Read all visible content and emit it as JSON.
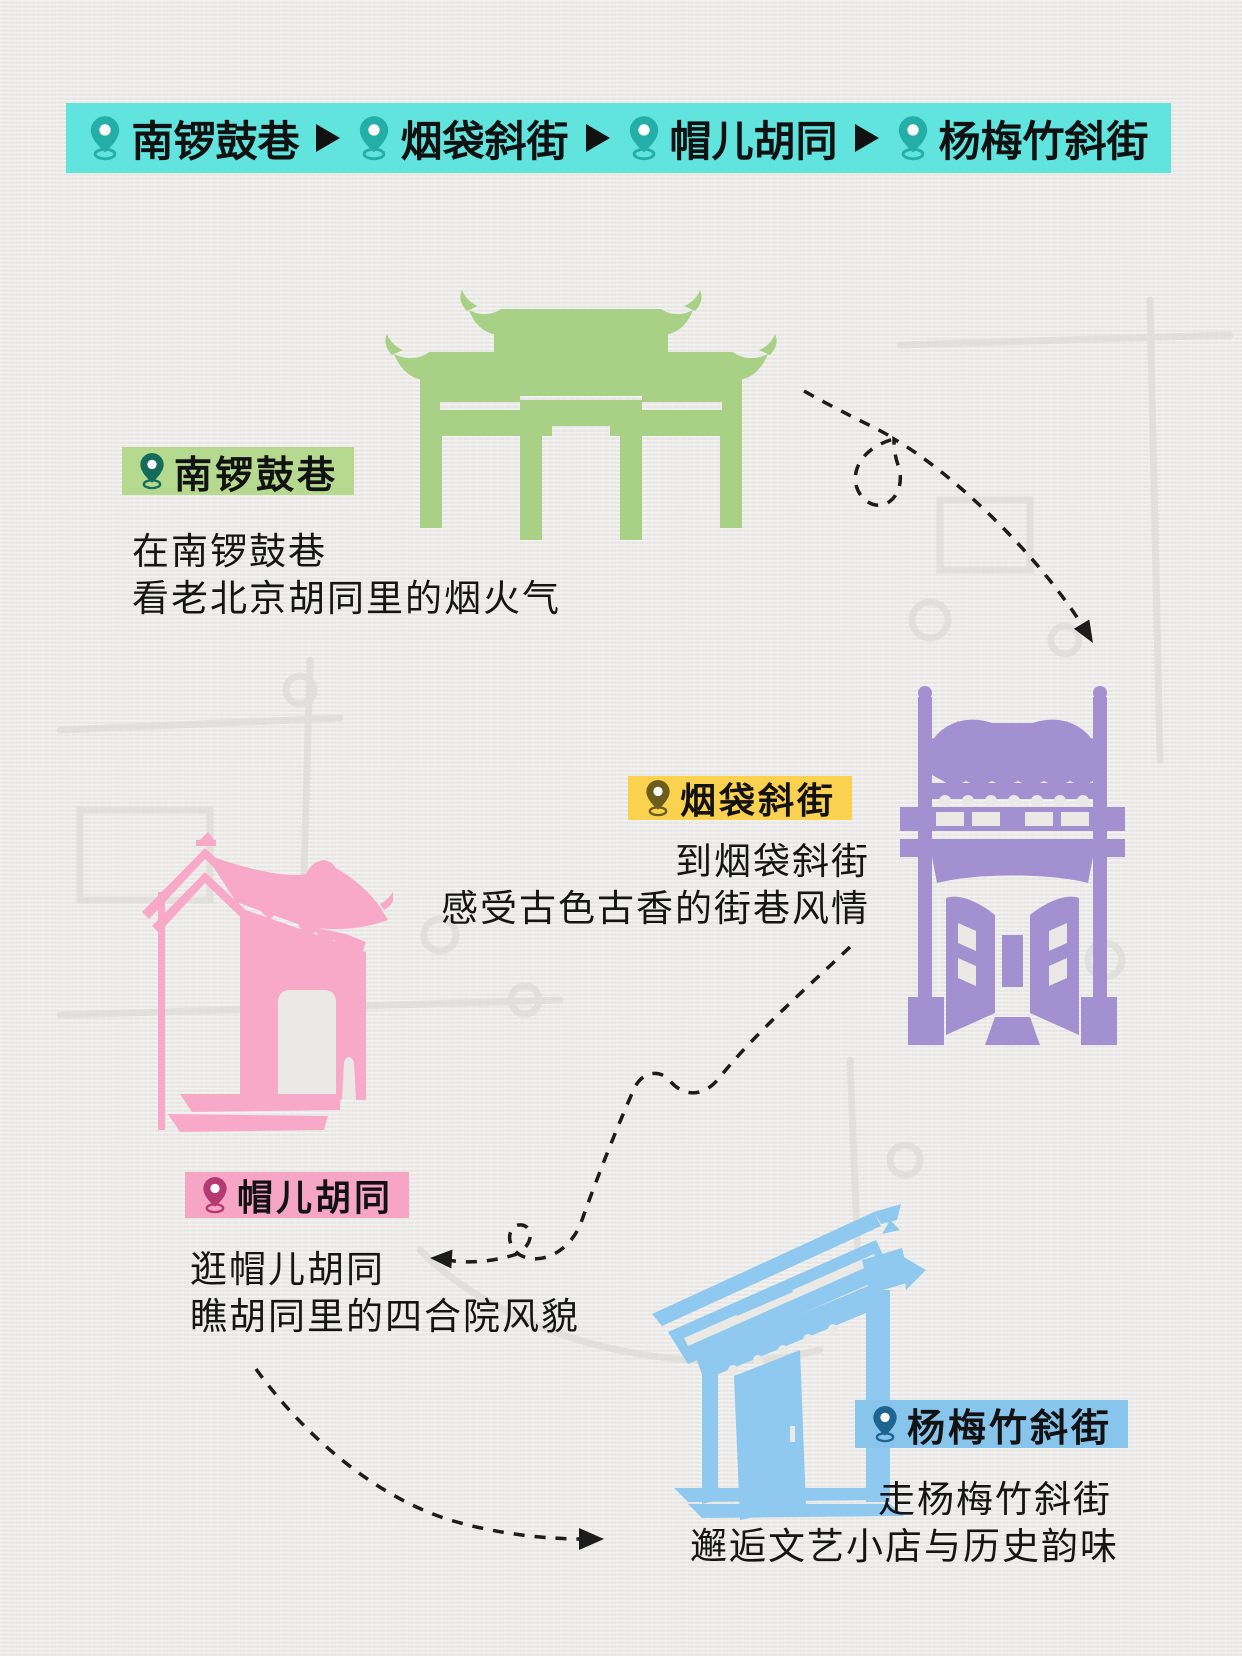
{
  "canvas": {
    "background": "#EAE9E6"
  },
  "banner": {
    "bg_color": "#61E3DE",
    "pin_color": "#23AEA7",
    "text_color": "#111111",
    "separator": "➤",
    "stops": [
      "南锣鼓巷",
      "烟袋斜街",
      "帽儿胡同",
      "杨梅竹斜街"
    ]
  },
  "stops": [
    {
      "name": "南锣鼓巷",
      "label_bg": "#B5D98E",
      "pin_color": "#176B5B",
      "illustration": "paifang-archway",
      "illustration_color": "#A8D185",
      "desc": [
        "在南锣鼓巷",
        "看老北京胡同里的烟火气"
      ]
    },
    {
      "name": "烟袋斜街",
      "label_bg": "#FBD250",
      "pin_color": "#6B5D1B",
      "illustration": "street-gate-tower",
      "illustration_color": "#A390D1",
      "desc": [
        "到烟袋斜街",
        "感受古色古香的街巷风情"
      ]
    },
    {
      "name": "帽儿胡同",
      "label_bg": "#F7A5C5",
      "pin_color": "#B43A71",
      "illustration": "courtyard-gate",
      "illustration_color": "#F9A9C8",
      "desc": [
        "逛帽儿胡同",
        "瞧胡同里的四合院风貌"
      ]
    },
    {
      "name": "杨梅竹斜街",
      "label_bg": "#88C5ED",
      "pin_color": "#1D6491",
      "illustration": "hutong-doorway",
      "illustration_color": "#8FC9EF",
      "desc": [
        "走杨梅竹斜街",
        "邂逅文艺小店与历史韵味"
      ]
    }
  ],
  "connector_style": {
    "color": "#1C1C1C",
    "style": "dashed"
  }
}
